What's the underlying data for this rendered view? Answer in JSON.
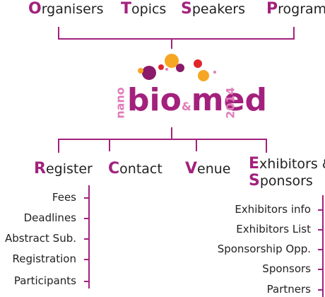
{
  "top_nav": [
    {
      "first": "O",
      "rest": "rganisers"
    },
    {
      "first": "T",
      "rest": "opics"
    },
    {
      "first": "S",
      "rest": "peakers"
    },
    {
      "first": "P",
      "rest": "rogram"
    }
  ],
  "logo": {
    "prefix": "nano",
    "main_left": "bio",
    "amp": "&",
    "main_right": "med",
    "year": "2014"
  },
  "bottom_nav": [
    {
      "first": "R",
      "rest": "egister"
    },
    {
      "first": "C",
      "rest": "ontact"
    },
    {
      "first": "V",
      "rest": "enue"
    },
    {
      "first": "E",
      "rest": "xhibitors &",
      "first2": "S",
      "rest2": "ponsors"
    }
  ],
  "register_items": [
    "Fees",
    "Deadlines",
    "Abstract Sub.",
    "Registration",
    "Participants"
  ],
  "exhibitor_items": [
    "Exhibitors info",
    "Exhibitors List",
    "Sponsorship Opp.",
    "Sponsors",
    "Partners"
  ],
  "colors": {
    "accent": "#a3217d",
    "pink": "#e07bb8",
    "orange": "#f5a623",
    "red": "#e0262a",
    "purple": "#8b1a6b"
  }
}
